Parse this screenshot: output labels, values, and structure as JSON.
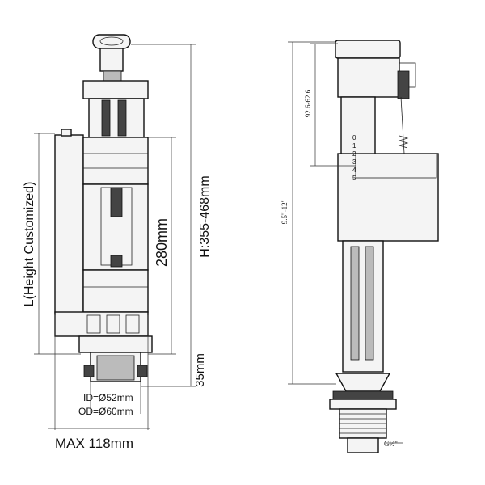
{
  "left_view": {
    "height_label": "L(Height Customized)",
    "valve_length": "280mm",
    "total_height": "H:355-468mm",
    "thread_length": "35mm",
    "inner_diameter": "ID=Ø52mm",
    "outer_diameter": "OD=Ø60mm",
    "max_width": "MAX 118mm"
  },
  "right_view": {
    "adjust_range": "92.6-62.6",
    "height_range": "9.5\"-12\"",
    "thread_size": "G½\"",
    "scale_marks": [
      "0",
      "1",
      "2",
      "3",
      "4",
      "5"
    ]
  }
}
